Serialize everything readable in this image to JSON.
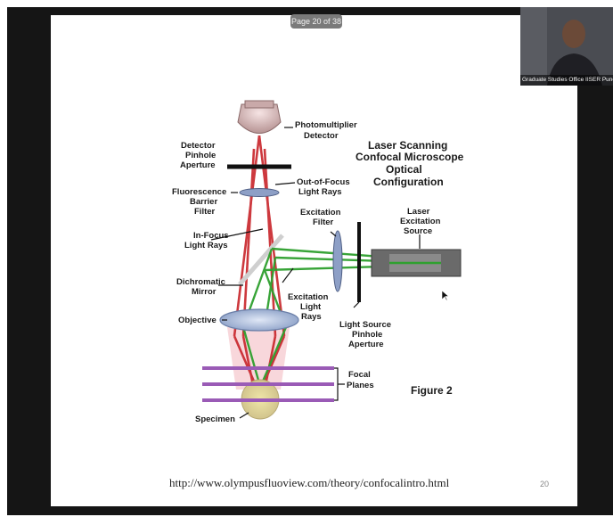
{
  "viewer": {
    "page_indicator": "Page 20 of 38"
  },
  "participant": {
    "name": "Graduate Studies Office IISER Pune"
  },
  "slide": {
    "title_lines": [
      "Laser Scanning",
      "Confocal Microscope",
      "Optical",
      "Configuration"
    ],
    "labels": {
      "pmt": [
        "Photomultiplier",
        "Detector"
      ],
      "detector_pinhole": [
        "Detector",
        "Pinhole",
        "Aperture"
      ],
      "out_of_focus": [
        "Out-of-Focus",
        "Light Rays"
      ],
      "barrier_filter": [
        "Fluorescence",
        "Barrier",
        "Filter"
      ],
      "excitation_filter": [
        "Excitation",
        "Filter"
      ],
      "laser_source": [
        "Laser",
        "Excitation",
        "Source"
      ],
      "in_focus": [
        "In-Focus",
        "Light Rays"
      ],
      "dichromatic": [
        "Dichromatic",
        "Mirror"
      ],
      "excitation_rays": [
        "Excitation",
        "Light",
        "Rays"
      ],
      "light_pinhole": [
        "Light Source",
        "Pinhole",
        "Aperture"
      ],
      "objective": "Objective",
      "focal_planes": [
        "Focal",
        "Planes"
      ],
      "specimen": "Specimen",
      "figure": "Figure 2"
    },
    "url": "http://www.olympusfluoview.com/theory/confocalintro.html",
    "number": "20"
  },
  "colors": {
    "red_rays": "#c8242a",
    "green_rays": "#2ea02e",
    "purple_planes": "#9a5bb6",
    "frame": "#151515"
  }
}
